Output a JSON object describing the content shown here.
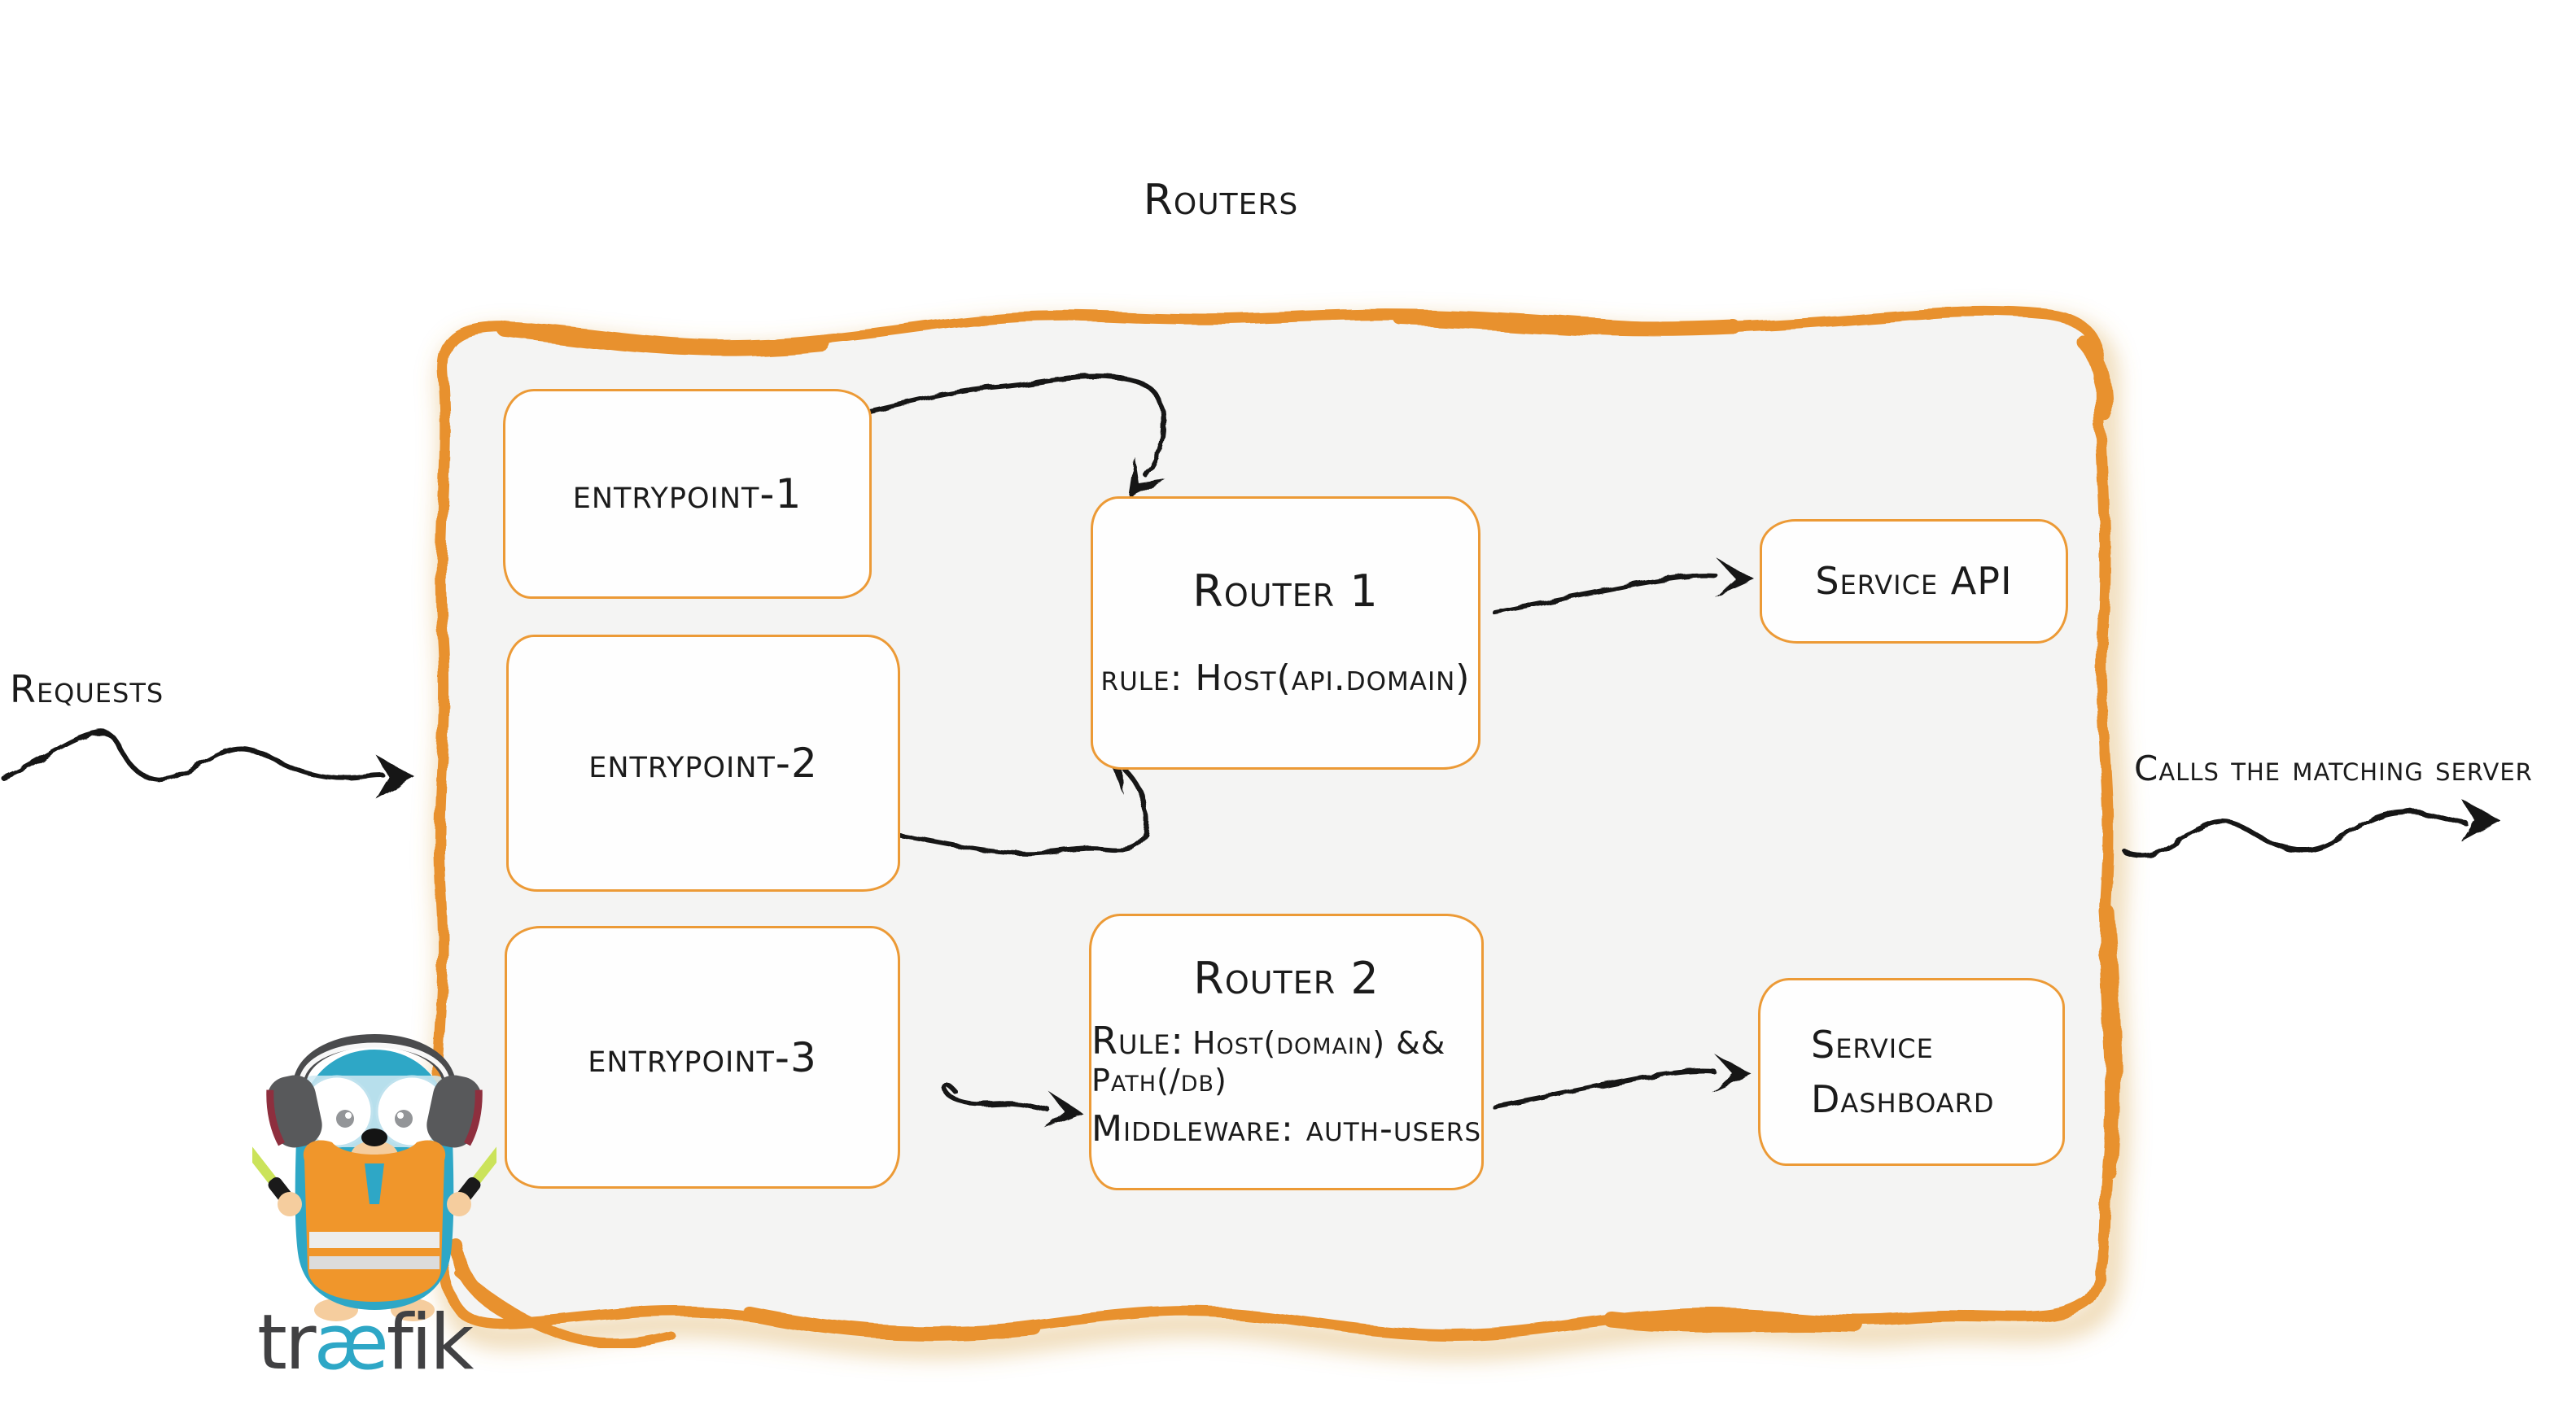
{
  "title": "Routers",
  "left_label": "Requests",
  "right_label": "Calls the matching server",
  "entrypoints": [
    {
      "label": "entrypoint-1"
    },
    {
      "label": "entrypoint-2"
    },
    {
      "label": "entrypoint-3"
    }
  ],
  "routers": [
    {
      "title": "Router 1",
      "rule": "rule: Host(api.domain)"
    },
    {
      "title": "Router 2",
      "rule_label": "Rule:",
      "rule_value": "Host(domain) && Path(/db)",
      "middleware": "Middleware: auth-users"
    }
  ],
  "services": [
    {
      "label": "Service API"
    },
    {
      "label": "Service Dashboard"
    }
  ],
  "logo": {
    "wordmark_pre": "tr",
    "wordmark_mid": "æ",
    "wordmark_post": "fik"
  },
  "colors": {
    "accent_orange": "#E8912F",
    "container_fill": "#F4F4F3",
    "arrow_black": "#151515",
    "text": "#1B1B1B",
    "gopher_blue": "#2EA7C6",
    "vest_orange": "#F0962B",
    "stick_green": "#CBE35A",
    "wordmark_gray": "#414143",
    "wordmark_ae_blue": "#2EA7C6"
  }
}
